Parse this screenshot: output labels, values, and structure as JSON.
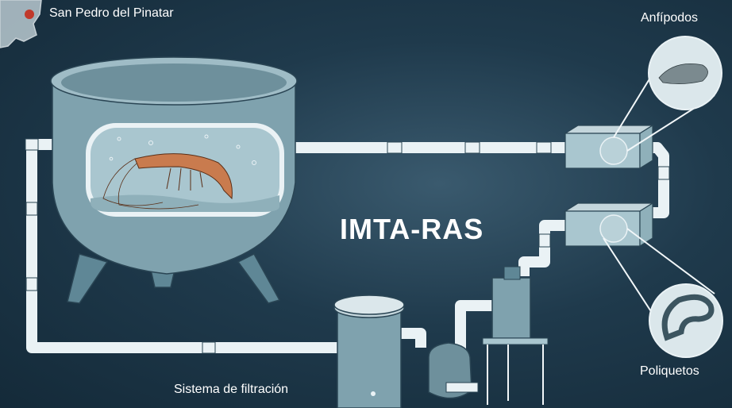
{
  "location": {
    "label": "San Pedro del Pinatar",
    "marker_color": "#c0392b"
  },
  "system": {
    "title": "IMTA-RAS"
  },
  "labels": {
    "amphipods": "Anfípodos",
    "polychaetes": "Poliquetos",
    "filtration": "Sistema de filtración"
  },
  "colors": {
    "background": "#1f3a4c",
    "tank": "#7fa2ae",
    "pipe": "#eaf2f5",
    "window_water": "#a9c6cf"
  }
}
